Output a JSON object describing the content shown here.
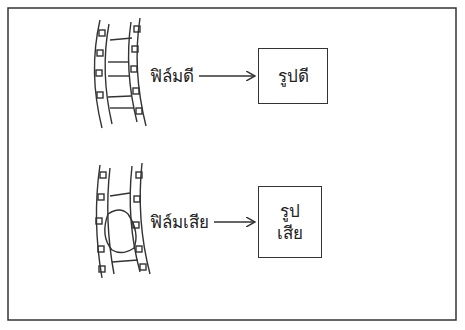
{
  "diagram": {
    "nodes": [
      {
        "text": [
          "รูปดี"
        ]
      },
      {
        "text": [
          "รูป เสีย"
        ]
      }
    ],
    "labels": [
      "ฟิล์มดี",
      "ฟิล์มเสีย"
    ]
  }
}
